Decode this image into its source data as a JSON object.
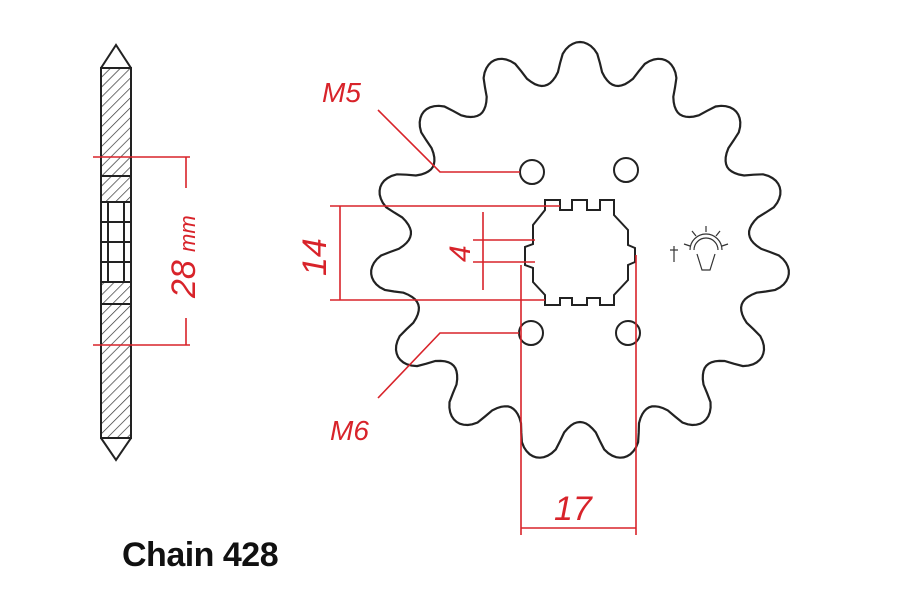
{
  "caption": "Chain 428",
  "labels": {
    "bolt_top": "M5",
    "bolt_bottom": "M6",
    "width": "28",
    "width_unit": "mm",
    "bore": "14",
    "key": "4",
    "spline": "17"
  },
  "sprocket": {
    "teeth": 15
  },
  "colors": {
    "outline": "#222222",
    "dimension": "#d8232a"
  }
}
